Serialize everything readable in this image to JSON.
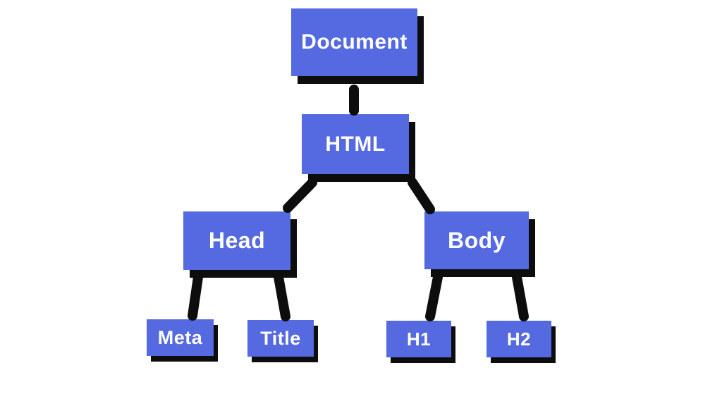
{
  "diagram": {
    "type": "tree",
    "nodes": [
      {
        "id": "document",
        "label": "Document"
      },
      {
        "id": "html",
        "label": "HTML"
      },
      {
        "id": "head",
        "label": "Head"
      },
      {
        "id": "body",
        "label": "Body"
      },
      {
        "id": "meta",
        "label": "Meta"
      },
      {
        "id": "title",
        "label": "Title"
      },
      {
        "id": "h1",
        "label": "H1"
      },
      {
        "id": "h2",
        "label": "H2"
      }
    ],
    "edges": [
      {
        "from": "document",
        "to": "html"
      },
      {
        "from": "html",
        "to": "head"
      },
      {
        "from": "html",
        "to": "body"
      },
      {
        "from": "head",
        "to": "meta"
      },
      {
        "from": "head",
        "to": "title"
      },
      {
        "from": "body",
        "to": "h1"
      },
      {
        "from": "body",
        "to": "h2"
      }
    ],
    "colors": {
      "node_fill": "#5569e1",
      "node_text": "#ffffff",
      "edge": "#0d0d0d",
      "shadow": "#0d0d0d",
      "background": "#ffffff"
    }
  }
}
